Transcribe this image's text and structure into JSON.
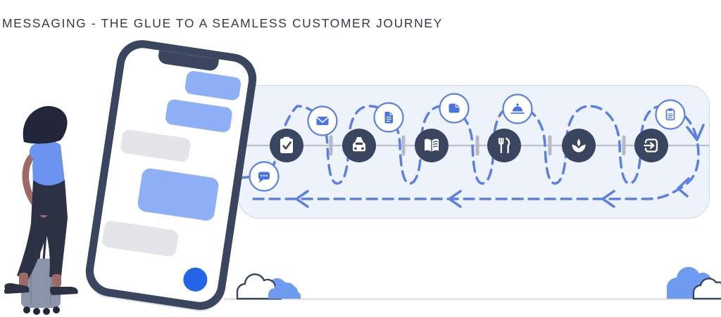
{
  "title": "MESSAGING - THE GLUE TO A SEAMLESS CUSTOMER JOURNEY",
  "colors": {
    "dark_navy": "#3a4560",
    "path_blue": "#5b80e4",
    "icon_blue": "#4a74e6",
    "bubble_blue": "#8fb0f6",
    "bubble_gray": "#e4e5e9",
    "send_blue": "#2563e8",
    "panel_fill": "#eef2fa",
    "panel_border": "#ccd8f2",
    "timeline_gray": "#bac0cc",
    "ground_gray": "#e3e4e9",
    "cloud_blue": "#6f9bf0"
  },
  "journey": {
    "stations": [
      {
        "icon": "clipboard-check-icon",
        "name": "booking"
      },
      {
        "icon": "taxi-icon",
        "name": "transport"
      },
      {
        "icon": "open-book-icon",
        "name": "guide"
      },
      {
        "icon": "restaurant-icon",
        "name": "dining"
      },
      {
        "icon": "spa-icon",
        "name": "wellness"
      },
      {
        "icon": "exit-icon",
        "name": "checkout"
      }
    ],
    "touchpoints": [
      {
        "icon": "chat-bubble-icon"
      },
      {
        "icon": "envelope-icon"
      },
      {
        "icon": "document-icon"
      },
      {
        "icon": "note-icon"
      },
      {
        "icon": "cloche-icon"
      },
      {
        "icon": "clipboard-icon"
      }
    ],
    "path_style": "dashed-loop",
    "direction_arrows": "return-left"
  },
  "phone": {
    "bubbles": [
      {
        "type": "sent"
      },
      {
        "type": "sent"
      },
      {
        "type": "received"
      },
      {
        "type": "sent"
      },
      {
        "type": "received"
      }
    ],
    "send_indicator": "blue-dot"
  },
  "scene": {
    "left_figure": "woman-with-suitcase",
    "clouds": [
      "outlined-cloud-left",
      "blue-cloud-left",
      "blue-cloud-right",
      "outlined-cloud-right"
    ],
    "ground_line": true
  }
}
